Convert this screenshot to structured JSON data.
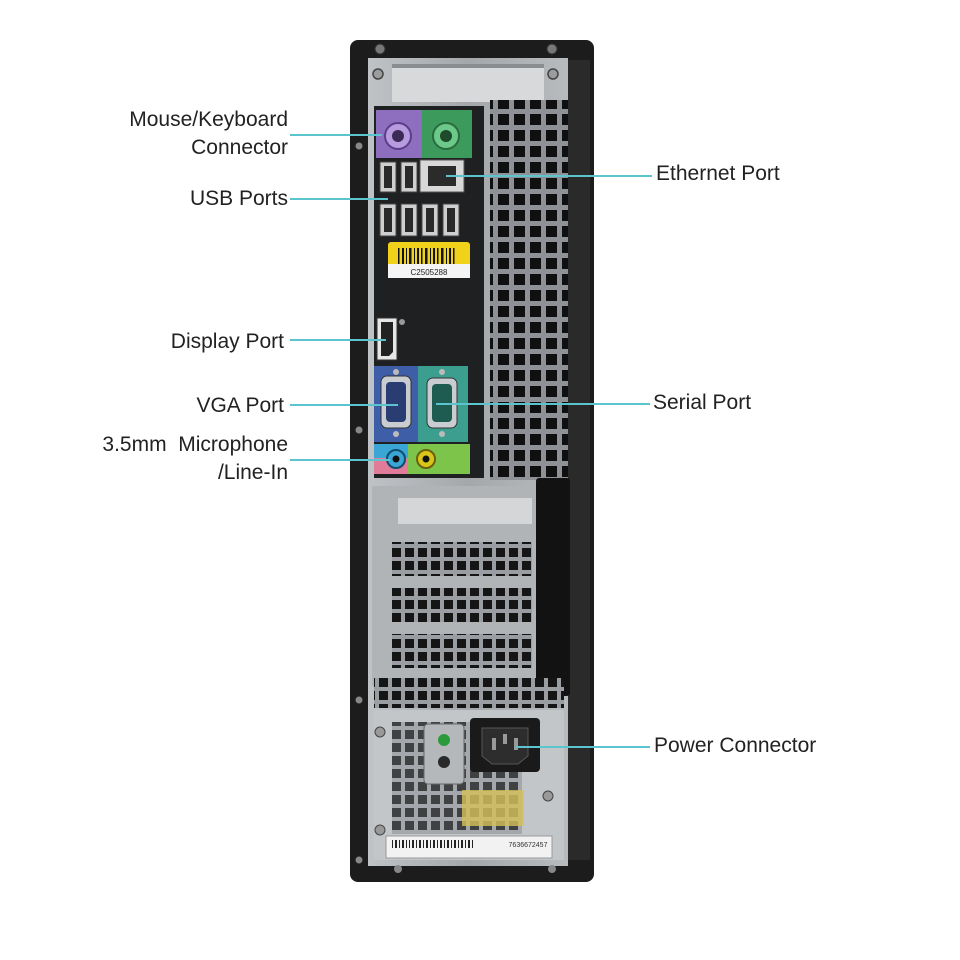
{
  "labels": {
    "mouse_keyboard": [
      "Mouse/Keyboard",
      "Connector"
    ],
    "usb": [
      "USB Ports"
    ],
    "display_port": [
      "Display Port"
    ],
    "vga": [
      "VGA Port"
    ],
    "mic": [
      "3.5mm  Microphone",
      "/Line-In"
    ],
    "ethernet": [
      "Ethernet Port"
    ],
    "serial": [
      "Serial Port"
    ],
    "power": [
      "Power Connector"
    ]
  },
  "sticker_text": "C2505288",
  "service_tag_text": "7636672457",
  "colors": {
    "leader": "#5bc4cf",
    "chassis": "#1b1b1b",
    "panel": "#a9adb0",
    "mouse_port": "#9b7cc4",
    "keyboard_port": "#4ea86a",
    "vga_port": "#3f5ea8",
    "serial_port": "#3b9e8f",
    "mic_jack": "#3ba6d6",
    "line_in_jack": "#d9c51a",
    "line_in_bg": "#7cc44a",
    "sticker": "#f1d21a"
  }
}
